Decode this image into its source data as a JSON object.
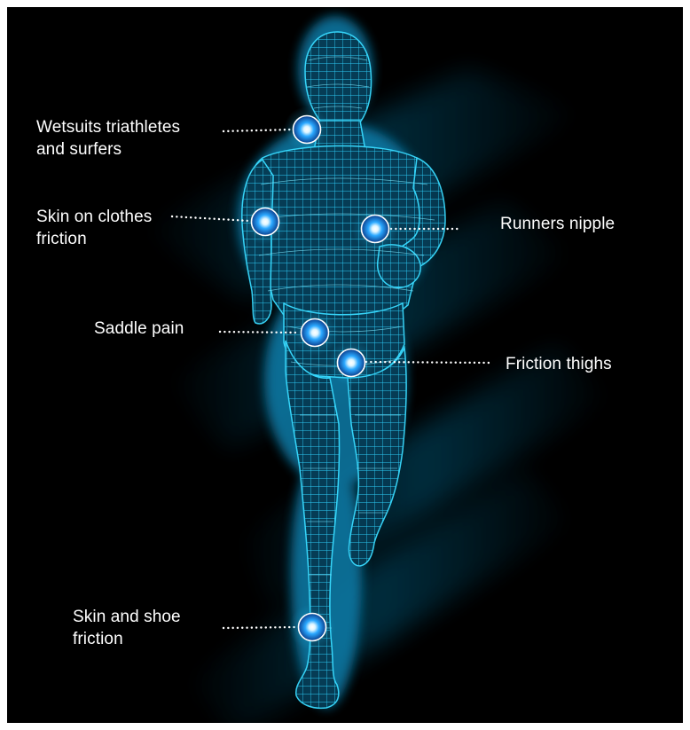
{
  "colors": {
    "background": "#000000",
    "figure": "#18c8f0",
    "figure_glow": "#0a6f9a",
    "marker_core": "#ffffff",
    "marker_glow": "#2aa8ff",
    "marker_ring": "#ffffff",
    "leader": "#ffffff",
    "label_text": "#ffffff"
  },
  "figure": {
    "name": "wireframe-running-man",
    "style": "glowing cyan wireframe mesh with motion blur"
  },
  "markers": [
    {
      "id": "wetsuits",
      "label_lines": [
        "Wetsuits triathletes",
        "and surfers"
      ],
      "leader_side": "left"
    },
    {
      "id": "skin-on-clothes",
      "label_lines": [
        "Skin on clothes",
        "friction"
      ],
      "leader_side": "left"
    },
    {
      "id": "runners-nipple",
      "label_lines": [
        "Runners nipple"
      ],
      "leader_side": "right"
    },
    {
      "id": "saddle-pain",
      "label_lines": [
        "Saddle pain"
      ],
      "leader_side": "left"
    },
    {
      "id": "friction-thighs",
      "label_lines": [
        "Friction thighs"
      ],
      "leader_side": "right"
    },
    {
      "id": "skin-and-shoe",
      "label_lines": [
        "Skin and shoe",
        "friction"
      ],
      "leader_side": "left"
    }
  ]
}
